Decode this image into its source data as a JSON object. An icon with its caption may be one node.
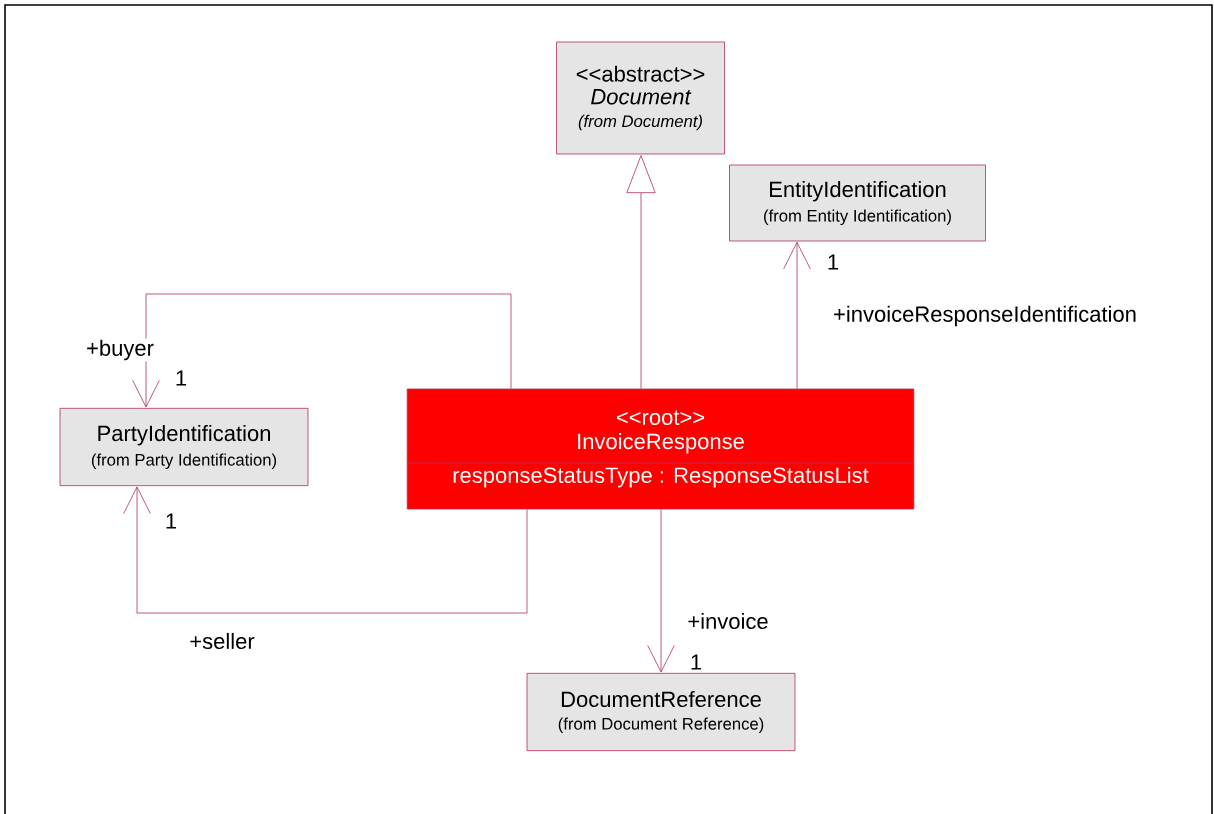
{
  "diagram": {
    "nodes": [
      {
        "text": [
          "<<abstract>>",
          "Document",
          "(from Document)"
        ]
      },
      {
        "text": [
          "EntityIdentification",
          "(from Entity Identification)"
        ]
      },
      {
        "text": [
          "PartyIdentification",
          "(from Party Identification)"
        ]
      },
      {
        "text": [
          "<<root>>",
          "InvoiceResponse",
          "responseStatusType : ResponseStatusList"
        ]
      },
      {
        "text": [
          "DocumentReference",
          "(from Document Reference)"
        ]
      }
    ],
    "edges": [
      {
        "from": 3,
        "to": 0,
        "arrow": "to"
      },
      {
        "from": 3,
        "to": 1,
        "arrow": "to",
        "label": "+invoiceResponseIdentification"
      },
      {
        "from": 3,
        "to": 2,
        "arrow": "to",
        "label": "+buyer"
      },
      {
        "from": 3,
        "to": 2,
        "arrow": "to",
        "label": "+seller"
      },
      {
        "from": 3,
        "to": 4,
        "arrow": "to",
        "label": "+invoice"
      }
    ],
    "labels": [
      "1",
      "1",
      "1",
      "1"
    ]
  }
}
